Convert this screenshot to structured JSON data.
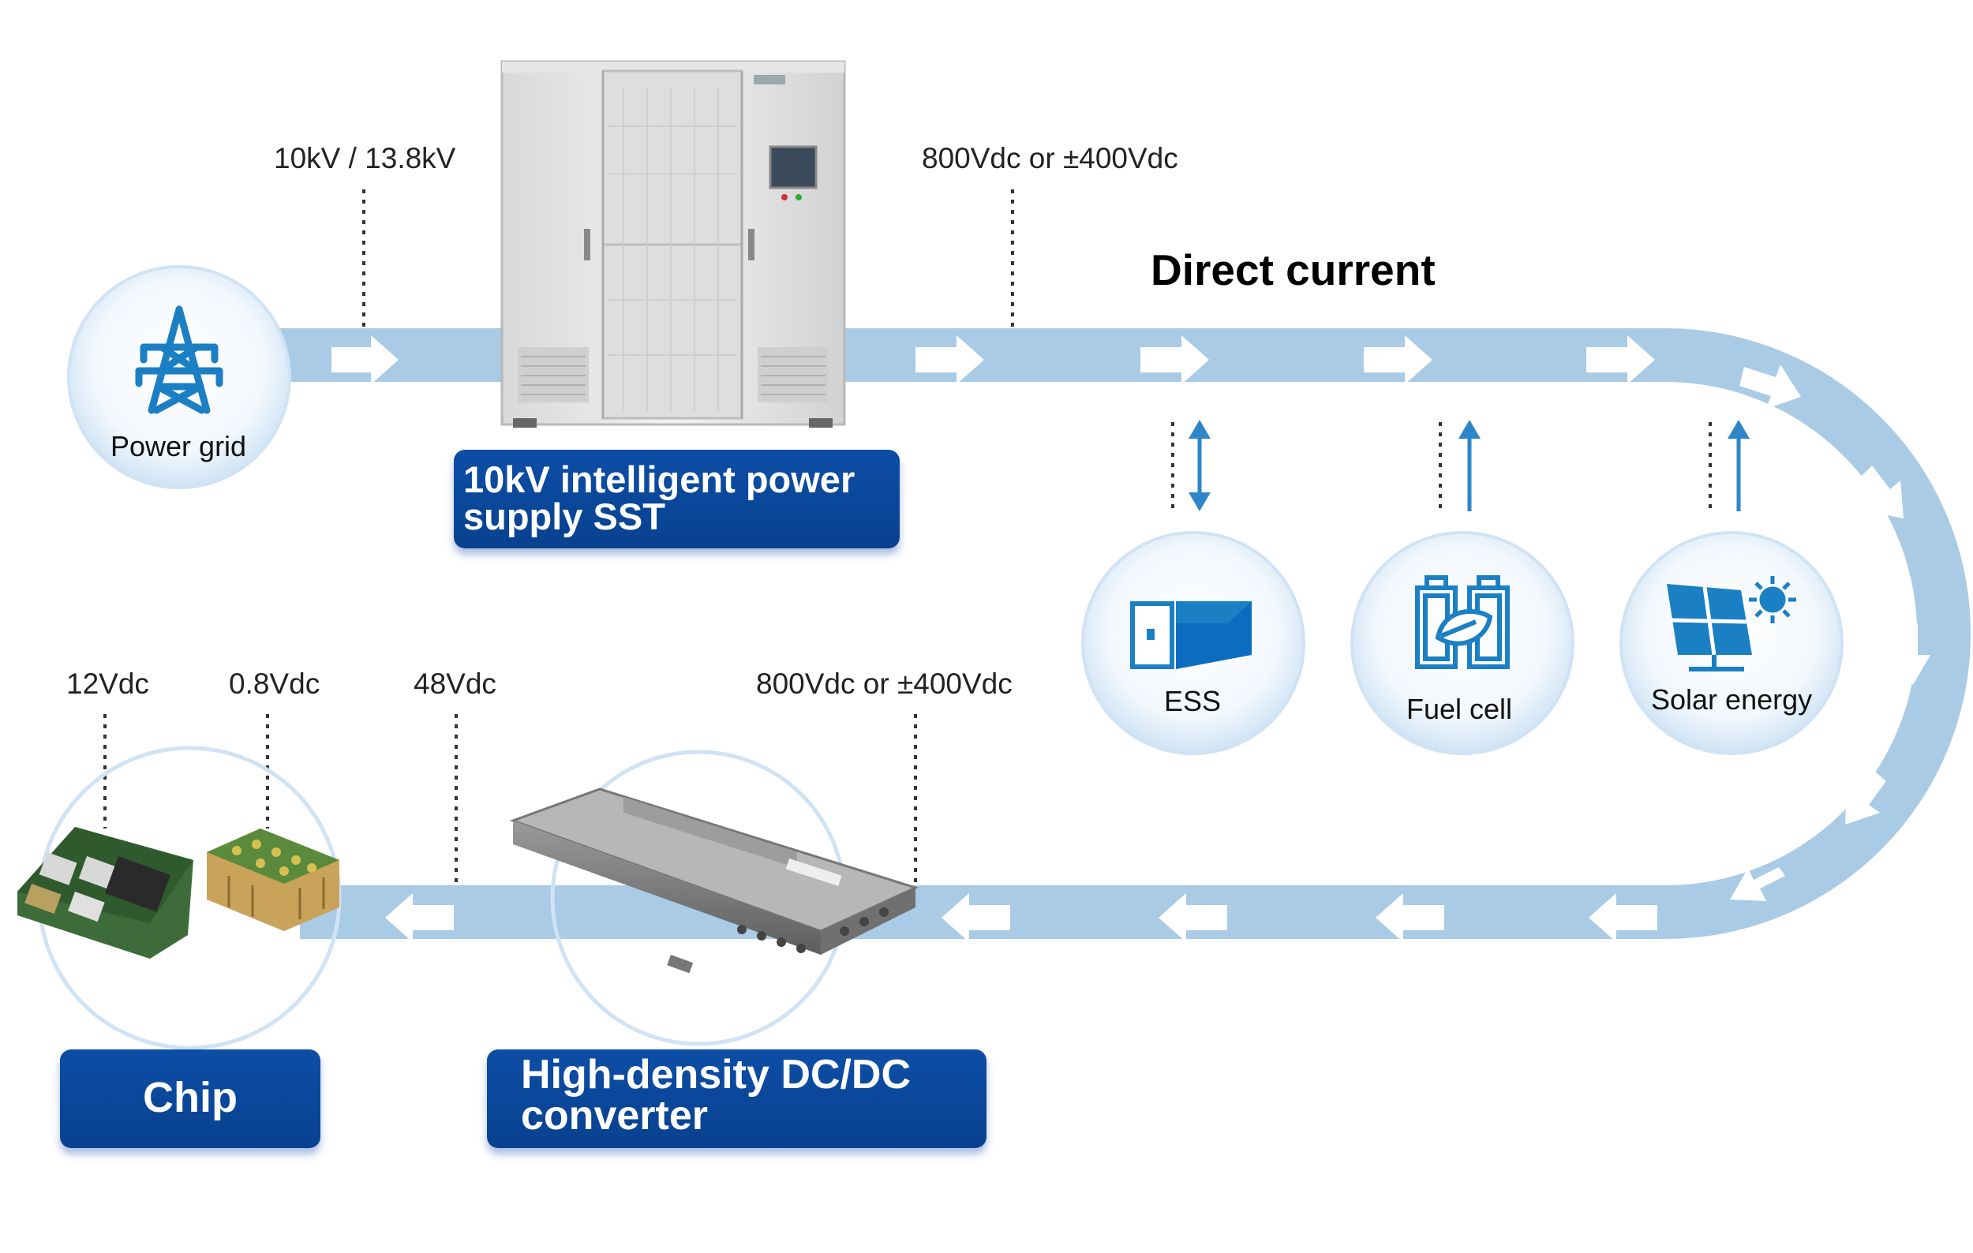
{
  "title": "Direct current",
  "labels": {
    "v_in": "10kV / 13.8kV",
    "v_sst_out": "800Vdc or ±400Vdc",
    "v_dcdc_in": "800Vdc or ±400Vdc",
    "v_48": "48Vdc",
    "v_12": "12Vdc",
    "v_08": "0.8Vdc"
  },
  "nodes": {
    "grid": "Power grid",
    "ess": "ESS",
    "fuel": "Fuel cell",
    "solar": "Solar energy"
  },
  "banners": {
    "sst_line1": "10kV intelligent power",
    "sst_line2": "supply SST",
    "dcdc_line1": "High-density DC/DC",
    "dcdc_line2": "converter",
    "chip": "Chip"
  },
  "colors": {
    "flow": "#a9cbe6",
    "banner": "#0b4a9e",
    "accent_arrow": "#2e86c9"
  }
}
